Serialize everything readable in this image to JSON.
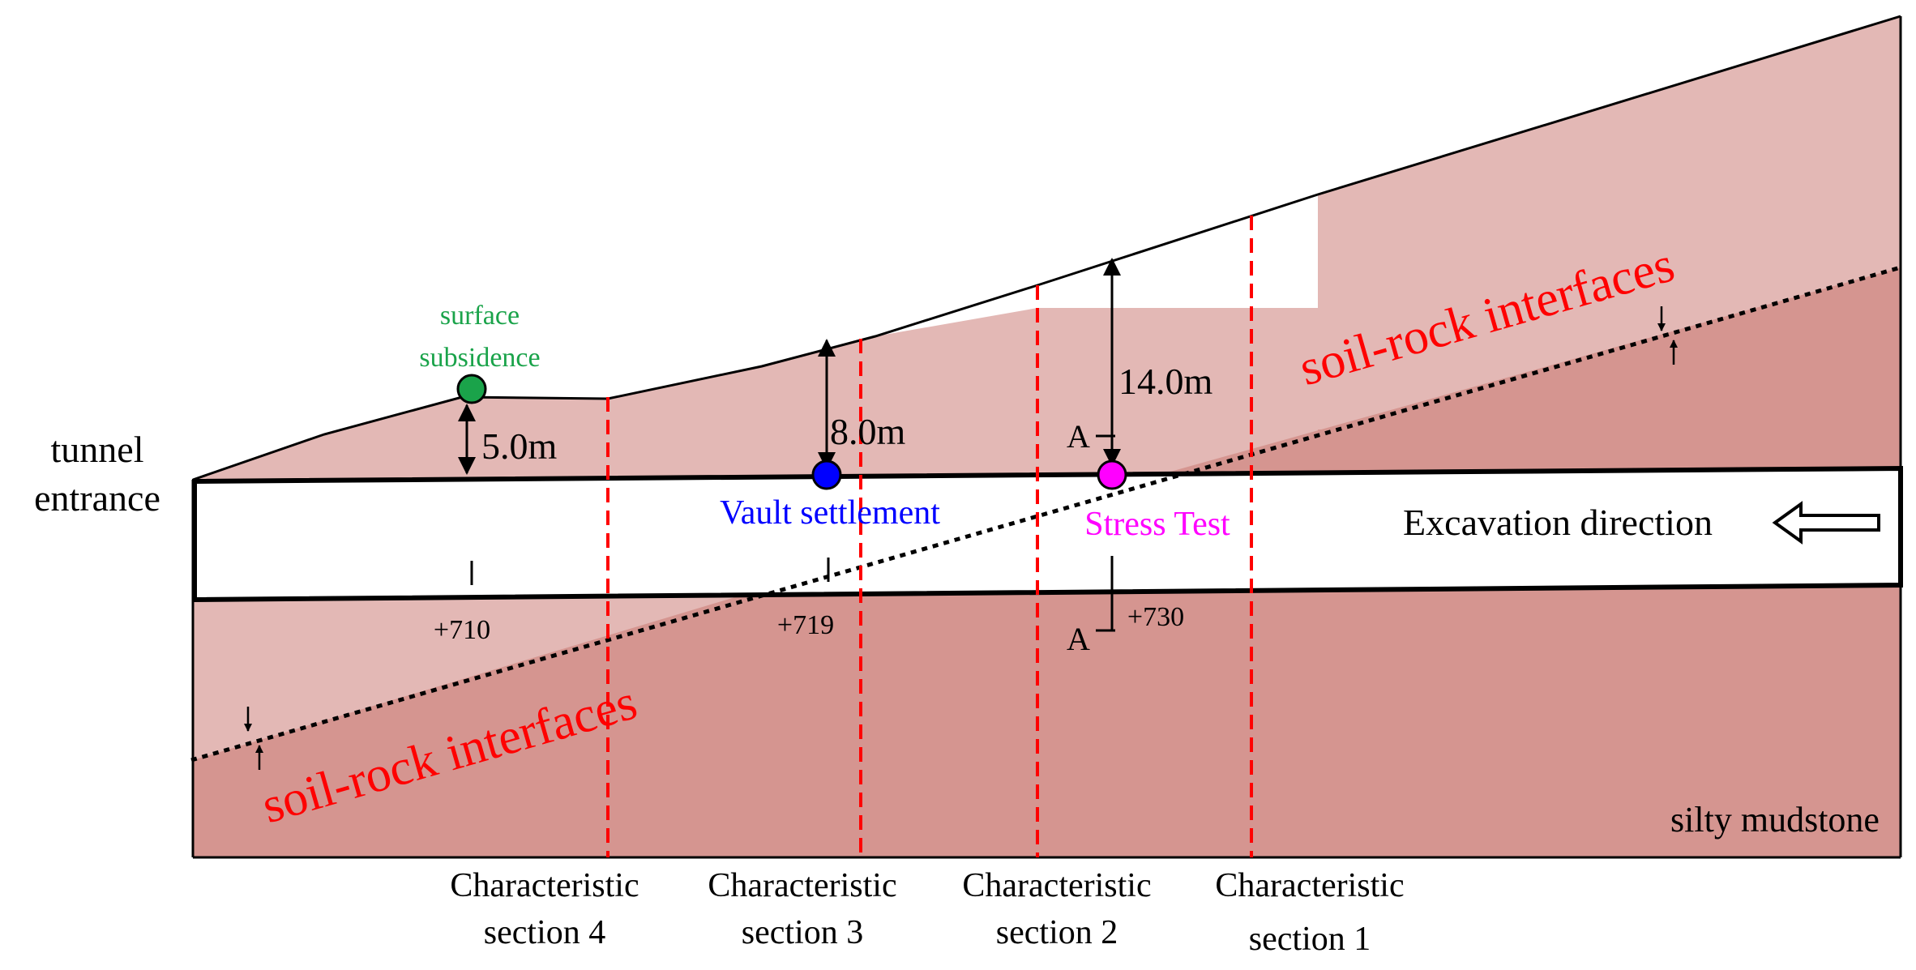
{
  "labels": {
    "tunnel_entrance_line1": "tunnel",
    "tunnel_entrance_line2": "entrance",
    "surface_subsidence_line1": "surface",
    "surface_subsidence_line2": "subsidence",
    "vault_settlement": "Vault settlement",
    "stress_test": "Stress Test",
    "excavation_direction": "Excavation direction",
    "silty_mudstone": "silty mudstone",
    "soil_rock_interfaces_upper": "soil-rock interfaces",
    "soil_rock_interfaces_lower": "soil-rock interfaces"
  },
  "depths": {
    "d1": "5.0m",
    "d2": "8.0m",
    "d3": "14.0m"
  },
  "chainages": {
    "c710": "+710",
    "c719": "+719",
    "c730": "+730"
  },
  "section_marker": {
    "top": "A",
    "bottom": "A"
  },
  "sections": [
    {
      "line1": "Characteristic",
      "line2": "section 4"
    },
    {
      "line1": "Characteristic",
      "line2": "section 3"
    },
    {
      "line1": "Characteristic",
      "line2": "section 2"
    },
    {
      "line1": "Characteristic",
      "line2": "section 1"
    }
  ],
  "colors": {
    "soil": "#e3b8b5",
    "rock": "#d59590",
    "section_line": "#ff0000",
    "interface_label": "#ff0000",
    "surface_point": "#1aa34a",
    "vault_point": "#0000ff",
    "stress_point": "#ff00ff"
  }
}
